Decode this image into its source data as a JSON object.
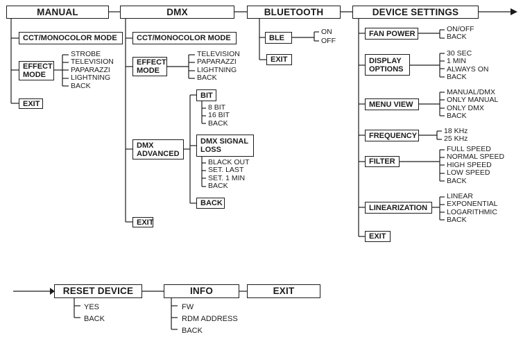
{
  "top": {
    "manual": "MANUAL",
    "dmx": "DMX",
    "bluetooth": "BLUETOOTH",
    "device_settings": "DEVICE SETTINGS"
  },
  "manual": {
    "cct": "CCT/MONOCOLOR MODE",
    "effect_mode": [
      "EFFECT",
      "MODE"
    ],
    "effect_options": [
      "STROBE",
      "TELEVISION",
      "PAPARAZZI",
      "LIGHTNING",
      "BACK"
    ],
    "exit": "EXIT"
  },
  "dmx": {
    "cct": "CCT/MONOCOLOR MODE",
    "effect_mode": [
      "EFFECT",
      "MODE"
    ],
    "effect_options": [
      "TELEVISION",
      "PAPARAZZI",
      "LIGHTNING",
      "BACK"
    ],
    "advanced": [
      "DMX",
      "ADVANCED"
    ],
    "bit": "BIT",
    "bit_options": [
      "8 BIT",
      "16 BIT",
      "BACK"
    ],
    "signal_loss": [
      "DMX SIGNAL",
      "LOSS"
    ],
    "signal_loss_options": [
      "BLACK OUT",
      "SET. LAST",
      "SET. 1 MIN",
      "BACK"
    ],
    "back": "BACK",
    "exit": "EXIT"
  },
  "bluetooth": {
    "ble": "BLE",
    "ble_options": [
      "ON",
      "OFF"
    ],
    "exit": "EXIT"
  },
  "device_settings": {
    "fan_power": "FAN POWER",
    "fan_power_options": [
      "ON/OFF",
      "BACK"
    ],
    "display_options": [
      "DISPLAY",
      "OPTIONS"
    ],
    "display_options_values": [
      "30 SEC",
      "1 MIN",
      "ALWAYS ON",
      "BACK"
    ],
    "menu_view": "MENU VIEW",
    "menu_view_options": [
      "MANUAL/DMX",
      "ONLY MANUAL",
      "ONLY DMX",
      "BACK"
    ],
    "frequency": "FREQUENCY",
    "frequency_options": [
      "18 KHz",
      "25 KHz"
    ],
    "filter": "FILTER",
    "filter_options": [
      "FULL SPEED",
      "NORMAL SPEED",
      "HIGH SPEED",
      "LOW SPEED",
      "BACK"
    ],
    "linearization": "LINEARIZATION",
    "linearization_options": [
      "LINEAR",
      "EXPONENTIAL",
      "LOGARITHMIC",
      "BACK"
    ],
    "exit": "EXIT"
  },
  "bottom": {
    "reset_device": "RESET DEVICE",
    "reset_options": [
      "YES",
      "BACK"
    ],
    "info": "INFO",
    "info_options": [
      "FW",
      "RDM ADDRESS",
      "BACK"
    ],
    "exit": "EXIT"
  }
}
